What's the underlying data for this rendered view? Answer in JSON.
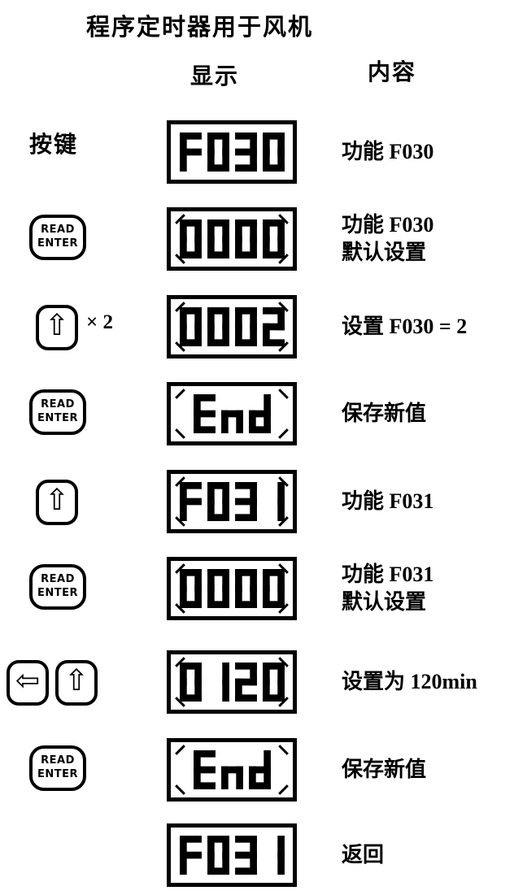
{
  "title": "程序定时器用于风机",
  "headers": {
    "keys": "按键",
    "display": "显示",
    "content": "内容"
  },
  "buttons": {
    "read": "READ",
    "enter": "ENTER",
    "up_arrow": "⇧",
    "left_arrow": "⇦",
    "multiplier": "× 2"
  },
  "rows": [
    {
      "display": {
        "text": "F030",
        "blinking": false
      },
      "content_line1": "功能 F030"
    },
    {
      "display": {
        "text": "0000",
        "blinking": true
      },
      "content_line1": "功能 F030",
      "content_line2": "默认设置"
    },
    {
      "display": {
        "text": "0002",
        "blinking": true
      },
      "content_line1": "设置 F030 = 2"
    },
    {
      "display": {
        "text": "End",
        "blinking": true
      },
      "content_line1": "保存新值"
    },
    {
      "display": {
        "text": "F031",
        "blinking": true
      },
      "content_line1": "功能 F031"
    },
    {
      "display": {
        "text": "0000",
        "blinking": true
      },
      "content_line1": "功能 F031",
      "content_line2": "默认设置"
    },
    {
      "display": {
        "text": "0120",
        "blinking": true
      },
      "content_line1": "设置为 120min"
    },
    {
      "display": {
        "text": "End",
        "blinking": true
      },
      "content_line1": "保存新值"
    },
    {
      "display": {
        "text": "F031",
        "blinking": false
      },
      "content_line1": "返回"
    }
  ]
}
